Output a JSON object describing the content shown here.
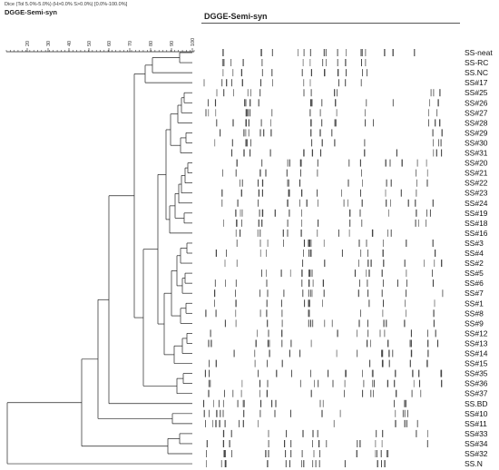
{
  "header": {
    "parameters": "Dice (Tol 5.0%-5.0%) (H>0.0% S>0.0%) [0.0%-100.0%]",
    "experiment": "DGGE-Semi-syn",
    "gel_title": "DGGE-Semi-syn"
  },
  "scale": {
    "ticks": [
      "20",
      "30",
      "40",
      "50",
      "60",
      "70",
      "80",
      "90",
      "100"
    ]
  },
  "lanes": [
    "SS-neat",
    "SS-RC",
    "SS.NC",
    "SS#17",
    "SS#25",
    "SS#26",
    "SS#27",
    "SS#28",
    "SS#29",
    "SS#30",
    "SS#31",
    "SS#20",
    "SS#21",
    "SS#22",
    "SS#23",
    "SS#24",
    "SS#19",
    "SS#18",
    "SS#16",
    "SS#3",
    "SS#4",
    "SS#2",
    "SS#5",
    "SS#6",
    "SS#7",
    "SS#1",
    "SS#8",
    "SS#9",
    "SS#12",
    "SS#13",
    "SS#14",
    "SS#15",
    "SS#35",
    "SS#36",
    "SS#37",
    "SS.BD",
    "SS#10",
    "SS#11",
    "SS#33",
    "SS#34",
    "SS#32",
    "SS.N"
  ],
  "colors": {
    "ink": "#222222",
    "band": "#444444"
  }
}
